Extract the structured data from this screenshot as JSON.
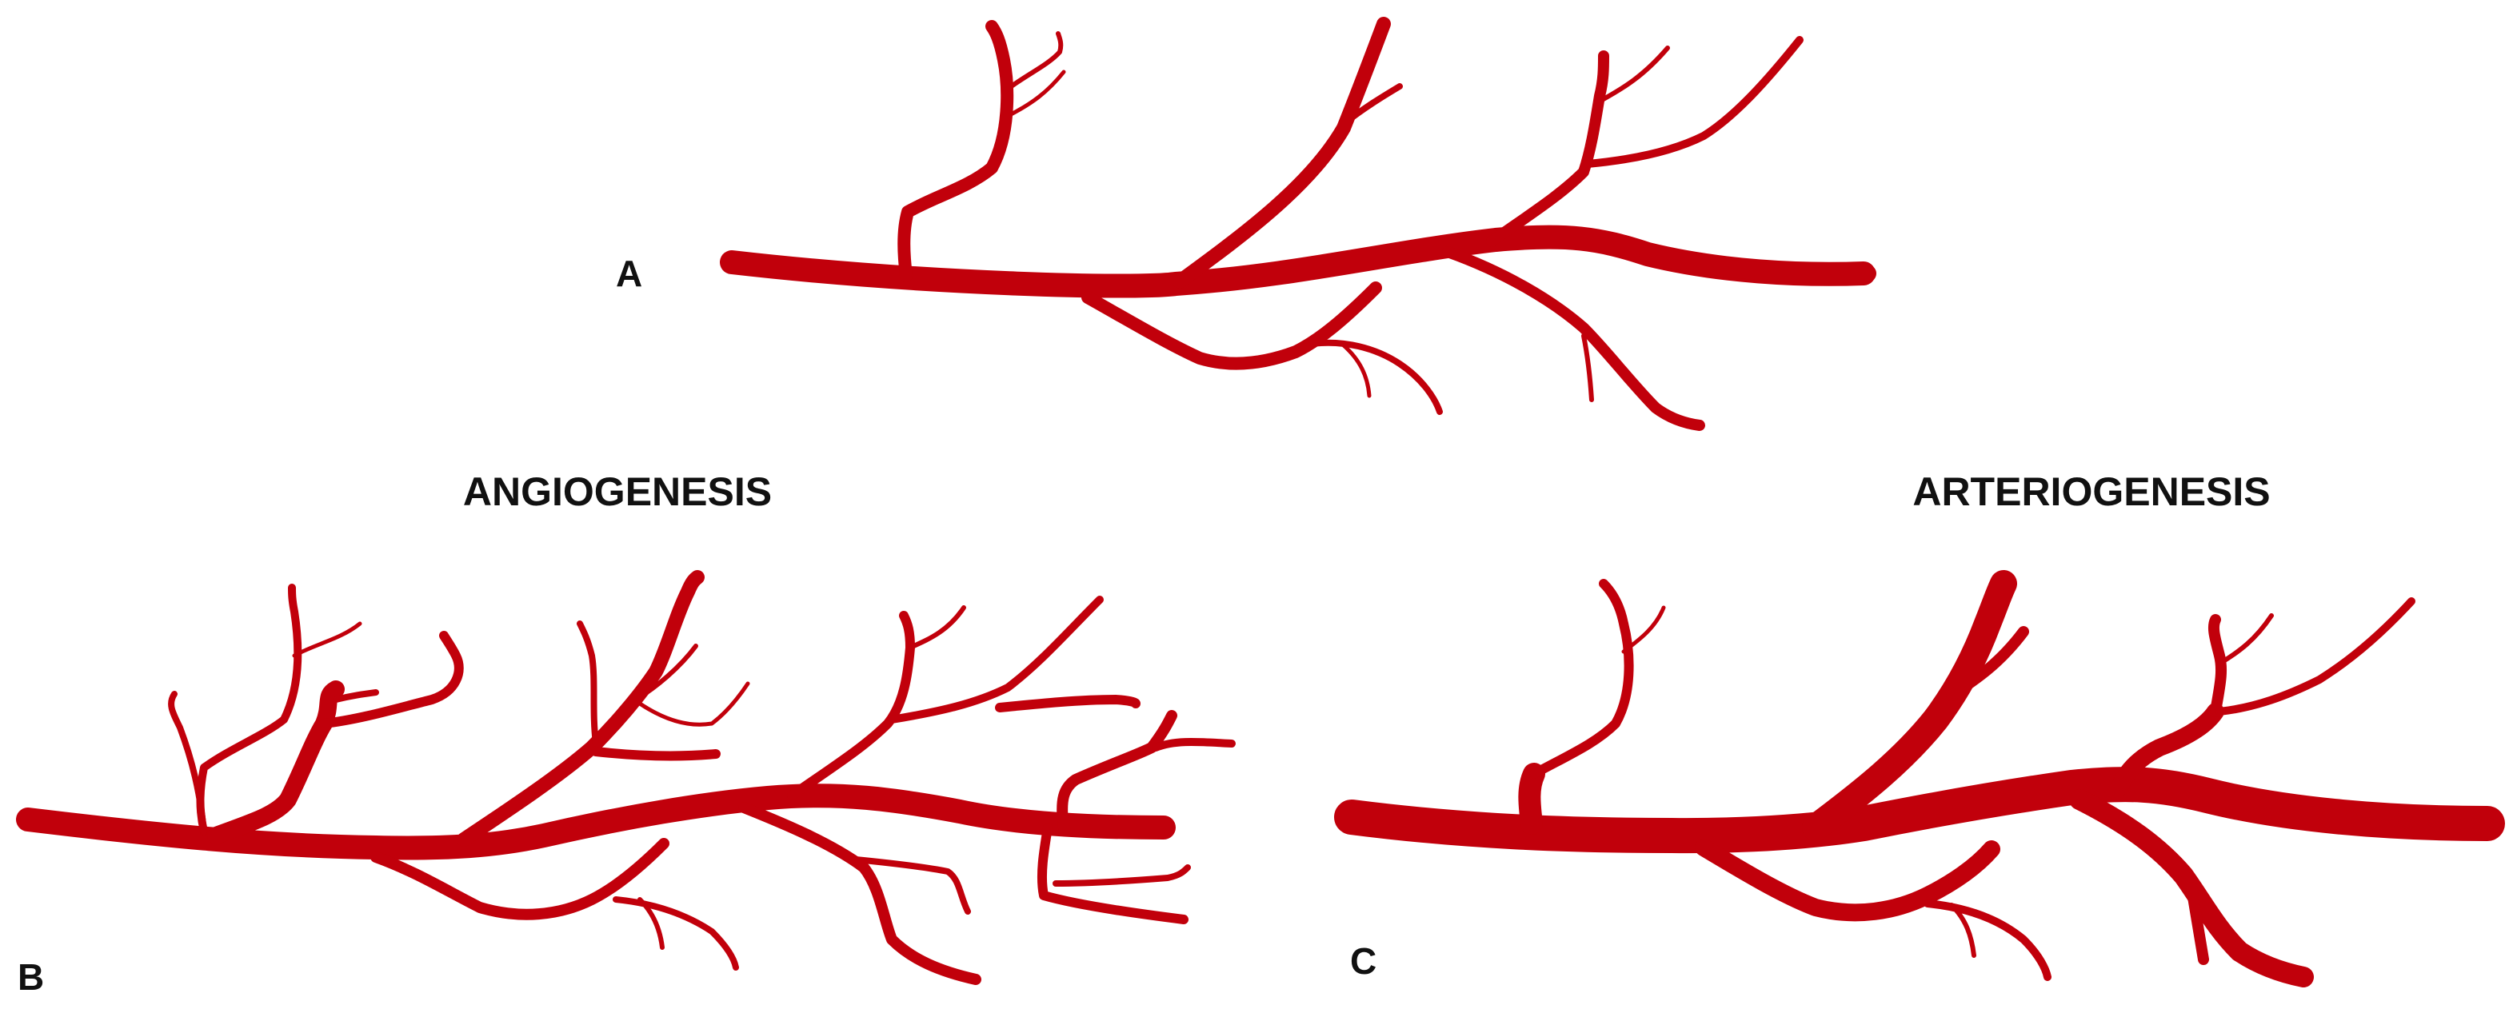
{
  "colors": {
    "vessel": "#c1000b",
    "text": "#111111",
    "background": "#ffffff"
  },
  "panels": {
    "a": {
      "letter": "A"
    },
    "b": {
      "letter": "B",
      "heading": "ANGIOGENESIS"
    },
    "c": {
      "letter": "C",
      "heading": "ARTERIOGENESIS"
    }
  }
}
